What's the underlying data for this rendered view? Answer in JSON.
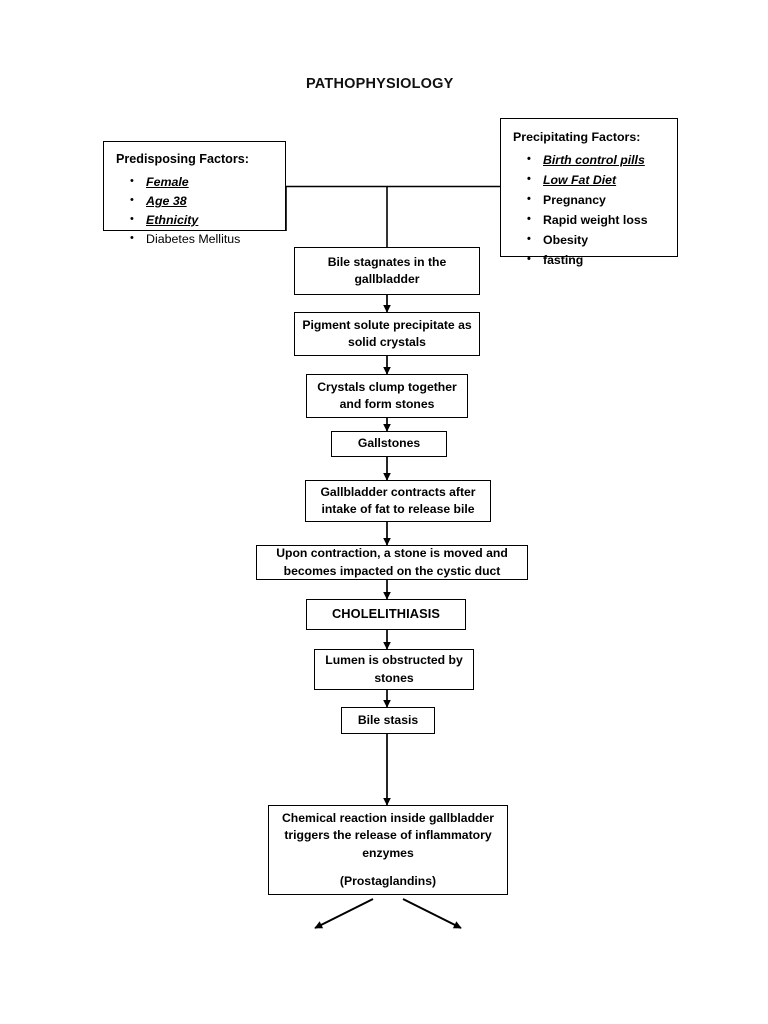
{
  "page": {
    "title": "PATHOPHYSIOLOGY",
    "background": "#ffffff",
    "ink": "#000000"
  },
  "predisposing": {
    "heading": "Predisposing Factors:",
    "items": [
      {
        "text": "Female",
        "emphasis": true
      },
      {
        "text": "Age 38",
        "emphasis": true
      },
      {
        "text": "Ethnicity",
        "emphasis": true
      },
      {
        "text": "Diabetes Mellitus",
        "emphasis": false
      }
    ]
  },
  "precipitating": {
    "heading": "Precipitating Factors:",
    "items": [
      {
        "text": "Birth control pills",
        "emphasis": true
      },
      {
        "text": "Low Fat Diet",
        "emphasis": true
      },
      {
        "text": "Pregnancy",
        "emphasis": false
      },
      {
        "text": "Rapid weight loss",
        "emphasis": false
      },
      {
        "text": "Obesity",
        "emphasis": false
      },
      {
        "text": "fasting",
        "emphasis": false
      }
    ]
  },
  "flow": {
    "bile_stagnates": {
      "line1": "Bile stagnates in the",
      "line2": "gallbladder"
    },
    "pigment_solute": {
      "line1": "Pigment solute precipitate as",
      "line2": "solid crystals"
    },
    "crystals_clump": {
      "line1": "Crystals clump together",
      "line2": "and form stones"
    },
    "gallstones": {
      "line1": "Gallstones"
    },
    "gallbladder_contracts": {
      "line1": "Gallbladder contracts after",
      "line2": "intake of fat to release bile"
    },
    "stone_impacted": {
      "line1": "Upon contraction, a stone is moved and",
      "line2": "becomes impacted on the cystic duct"
    },
    "cholelithiasis": {
      "line1": "CHOLELITHIASIS"
    },
    "lumen_obstructed": {
      "line1": "Lumen is obstructed by",
      "line2": "stones"
    },
    "bile_stasis": {
      "line1": "Bile stasis"
    },
    "chemical_reaction": {
      "line1": "Chemical reaction inside gallbladder",
      "line2": "triggers the release of inflammatory",
      "line3": "enzymes",
      "line4": "(Prostaglandins)"
    }
  }
}
